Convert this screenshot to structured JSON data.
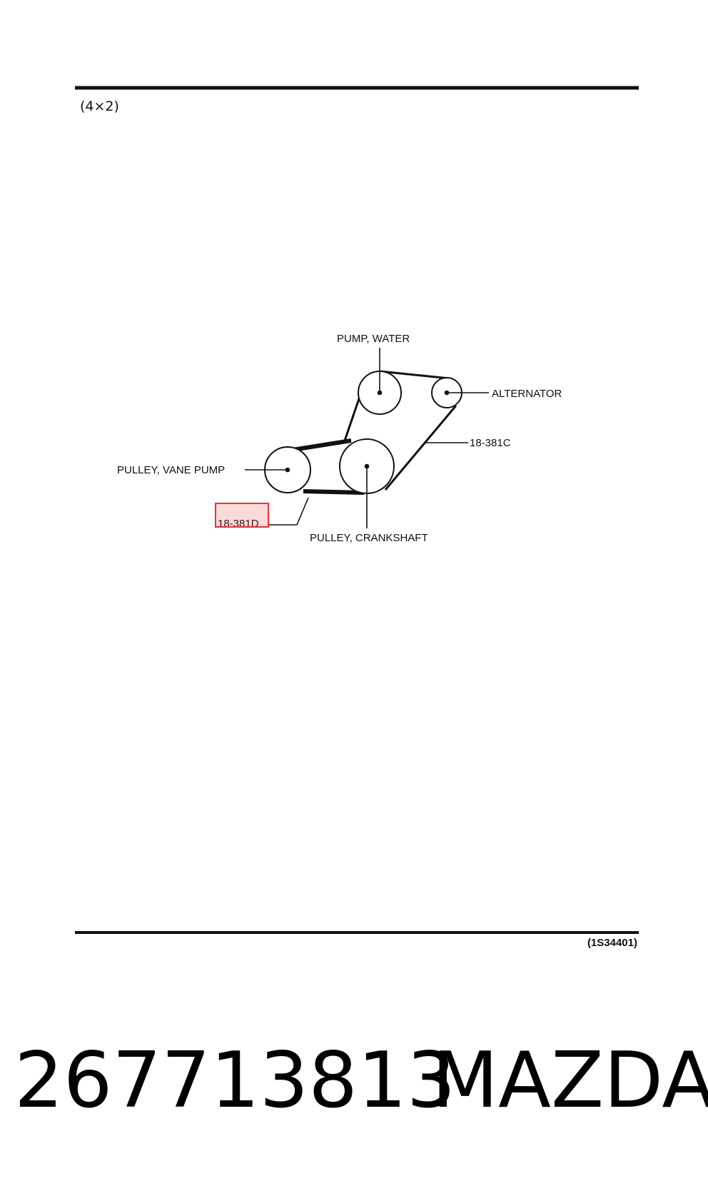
{
  "diagram": {
    "variant": "(4×2)",
    "labels": {
      "water_pump": "PUMP, WATER",
      "alternator": "ALTERNATOR",
      "belt_c": "18-381C",
      "vane_pump": "PULLEY, VANE  PUMP",
      "belt_d": "18-381D",
      "crankshaft": "PULLEY, CRANKSHAFT"
    },
    "figure_ref": "(1S34401)",
    "highlight_color": "#e8333a"
  },
  "footer": {
    "part_number": "267713813",
    "brand": "MAZDA"
  }
}
